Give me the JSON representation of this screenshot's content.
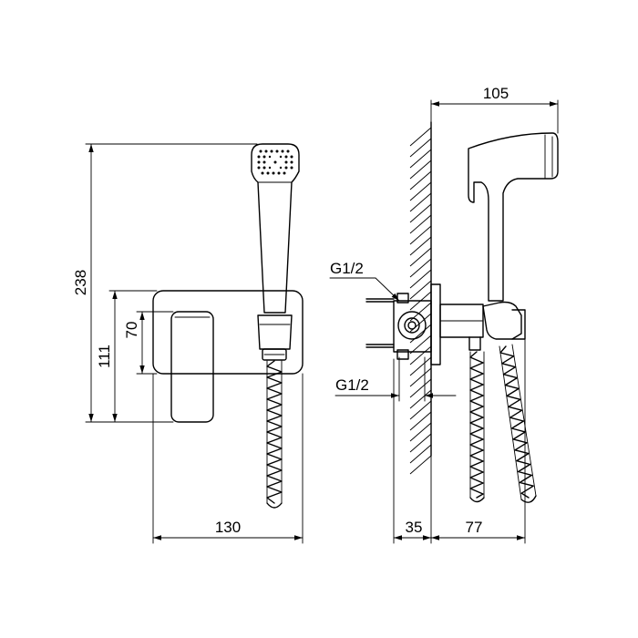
{
  "dimensions": {
    "total_height": "238",
    "body_height": "111",
    "lever_height": "70",
    "front_width": "130",
    "side_depth_top": "105",
    "wall_depth": "35",
    "side_depth_bottom": "77"
  },
  "labels": {
    "thread_top": "G1/2",
    "thread_bottom": "G1/2"
  }
}
